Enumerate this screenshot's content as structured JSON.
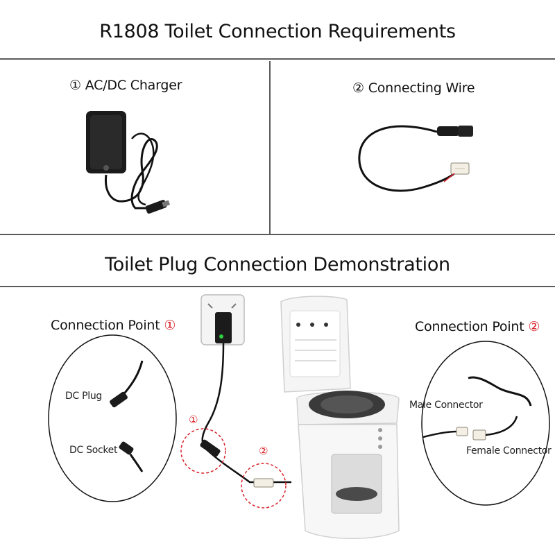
{
  "header": {
    "title": "R1808 Toilet Connection Requirements"
  },
  "requirements": {
    "item1": {
      "marker": "①",
      "label": "AC/DC Charger"
    },
    "item2": {
      "marker": "②",
      "label": "Connecting Wire"
    }
  },
  "demo": {
    "title": "Toilet Plug Connection Demonstration",
    "point1": {
      "label": "Connection Point",
      "marker": "①"
    },
    "point2": {
      "label": "Connection Point",
      "marker": "②"
    },
    "dc_plug": "DC Plug",
    "dc_socket": "DC Socket",
    "male_connector": "Male Connector",
    "female_connector": "Female Connector",
    "marker1": "①",
    "marker2": "②"
  },
  "colors": {
    "accent": "#d8222a",
    "divider": "#5a5a5a",
    "led": "#2ecc40"
  }
}
